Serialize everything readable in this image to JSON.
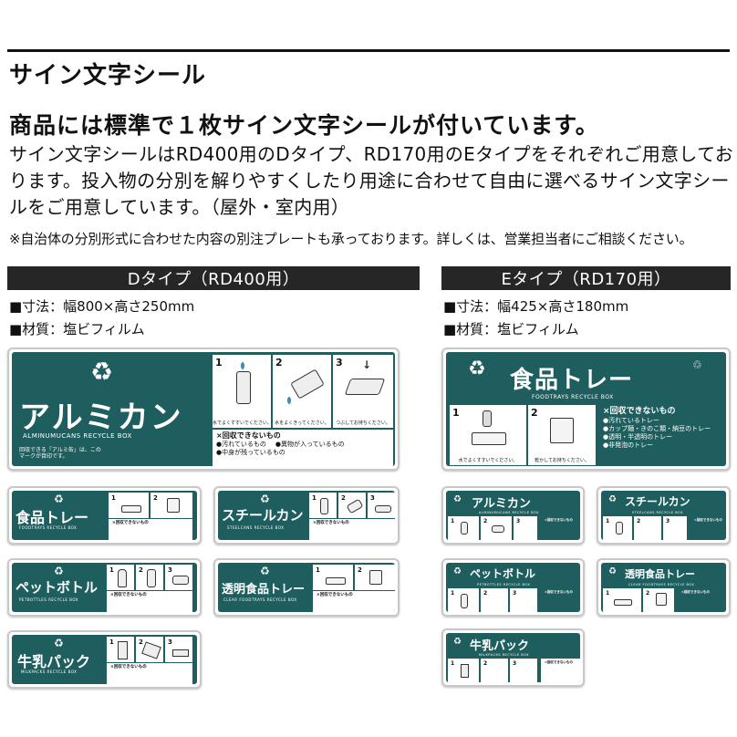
{
  "heading": "サイン文字シール",
  "lead": "商品には標準で１枚サイン文字シールが付いています。",
  "body": "サイン文字シールはRD400用のDタイプ、RD170用のEタイプをそれぞれご用意しております。投入物の分別を解りやすくしたり用途に合わせて自由に選べるサイン文字シールをご用意しています。（屋外・室内用）",
  "note": "※自治体の分別形式に合わせた内容の別注プレートも承っております。詳しくは、営業担当者にご相談ください。",
  "d_type": {
    "bar": "Dタイプ（RD400用）",
    "size": "■寸法：幅800×高さ250mm",
    "material": "■材質：塩ビフィルム"
  },
  "e_type": {
    "bar": "Eタイプ（RD170用）",
    "size": "■寸法：幅425×高さ180mm",
    "material": "■材質：塩ビフィルム"
  },
  "colors": {
    "sign": "#1f5e5e",
    "bar": "#262626"
  },
  "icons": {
    "recycle": "recycle-icon"
  },
  "signs": {
    "alum_big": {
      "name": "アルミカン",
      "sub": "ALMINUMUCANS RECYCLE BOX",
      "step1": "水でよくすすいでください。",
      "step2": "水をよくきってください。",
      "step3": "つぶしてお持ちください。",
      "ng_head": "×回収できないもの",
      "ng1": "●汚れているもの",
      "ng2": "●中身が残っているもの",
      "ng3": "●異物が入っているもの",
      "mark": "回収できる「アルミ缶」は、このマークが目印です。"
    },
    "food_big": {
      "name": "食品トレー",
      "sub": "FOODTRAYS RECYCLE BOX",
      "step1": "水でよくすすいでください。",
      "step2": "乾かしてお持ちください。",
      "ng_head": "×回収できないもの",
      "ng1": "●汚れているトレー",
      "ng2": "●カップ麺・きのこ類・納豆のトレー",
      "ng3": "●透明・半透明のトレー",
      "ng4": "●非発泡のトレー"
    },
    "small": {
      "food": {
        "name": "食品トレー",
        "sub": "FOODTRAYS RECYCLE BOX"
      },
      "steel": {
        "name": "スチールカン",
        "sub": "STEELCANS RECYCLE BOX"
      },
      "pet": {
        "name": "ペットボトル",
        "sub": "PETBOTTLES RECYCLE BOX"
      },
      "clear": {
        "name": "透明食品トレー",
        "sub": "CLEAR FOODTRAYS RECYCLE BOX"
      },
      "milk": {
        "name": "牛乳パック",
        "sub": "MILKPACKS RECYCLE BOX"
      },
      "alum": {
        "name": "アルミカン",
        "sub": "ALMINUMUCANS RECYCLE BOX"
      },
      "ng_head": "×回収できないもの"
    }
  }
}
